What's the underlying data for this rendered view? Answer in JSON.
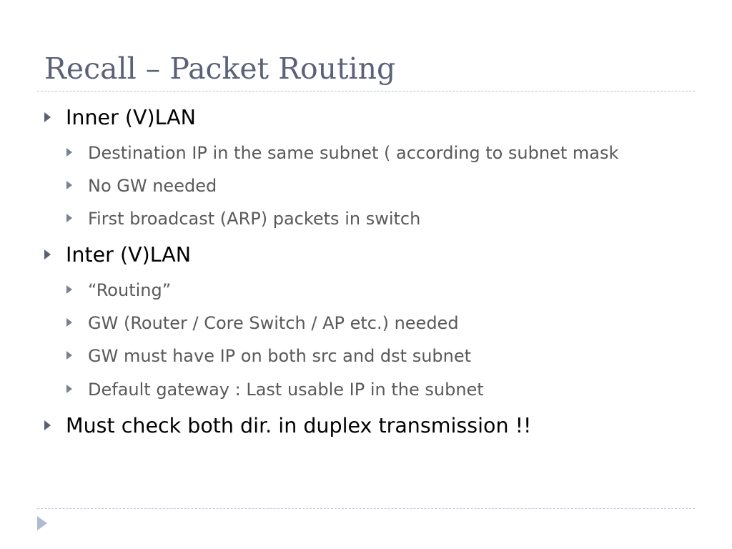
{
  "slide": {
    "title": "Recall – Packet Routing",
    "bullets": [
      {
        "level": 1,
        "text": "Inner (V)LAN"
      },
      {
        "level": 2,
        "text": "Destination IP in the same subnet ( according to subnet mask"
      },
      {
        "level": 2,
        "text": "No GW needed"
      },
      {
        "level": 2,
        "text": "First broadcast (ARP) packets in switch"
      },
      {
        "level": 1,
        "text": "Inter (V)LAN"
      },
      {
        "level": 2,
        "text": "“Routing”"
      },
      {
        "level": 2,
        "text": "GW (Router / Core Switch / AP etc.) needed"
      },
      {
        "level": 2,
        "text": "GW must have IP on both src and dst subnet"
      },
      {
        "level": 2,
        "text": "Default gateway : Last usable IP in the subnet"
      },
      {
        "level": 1,
        "text": "Must check both dir. in duplex transmission !!"
      }
    ]
  },
  "icons": {
    "bullet": "triangle-bullet-icon",
    "navigation": "next-slide-arrow-icon"
  },
  "colors": {
    "title": "#5b6178",
    "level1_text": "#000000",
    "level2_text": "#595959",
    "bullet": "#5a6074",
    "rule": "#b9c5d6",
    "nav_arrow": "#aebbd3"
  }
}
